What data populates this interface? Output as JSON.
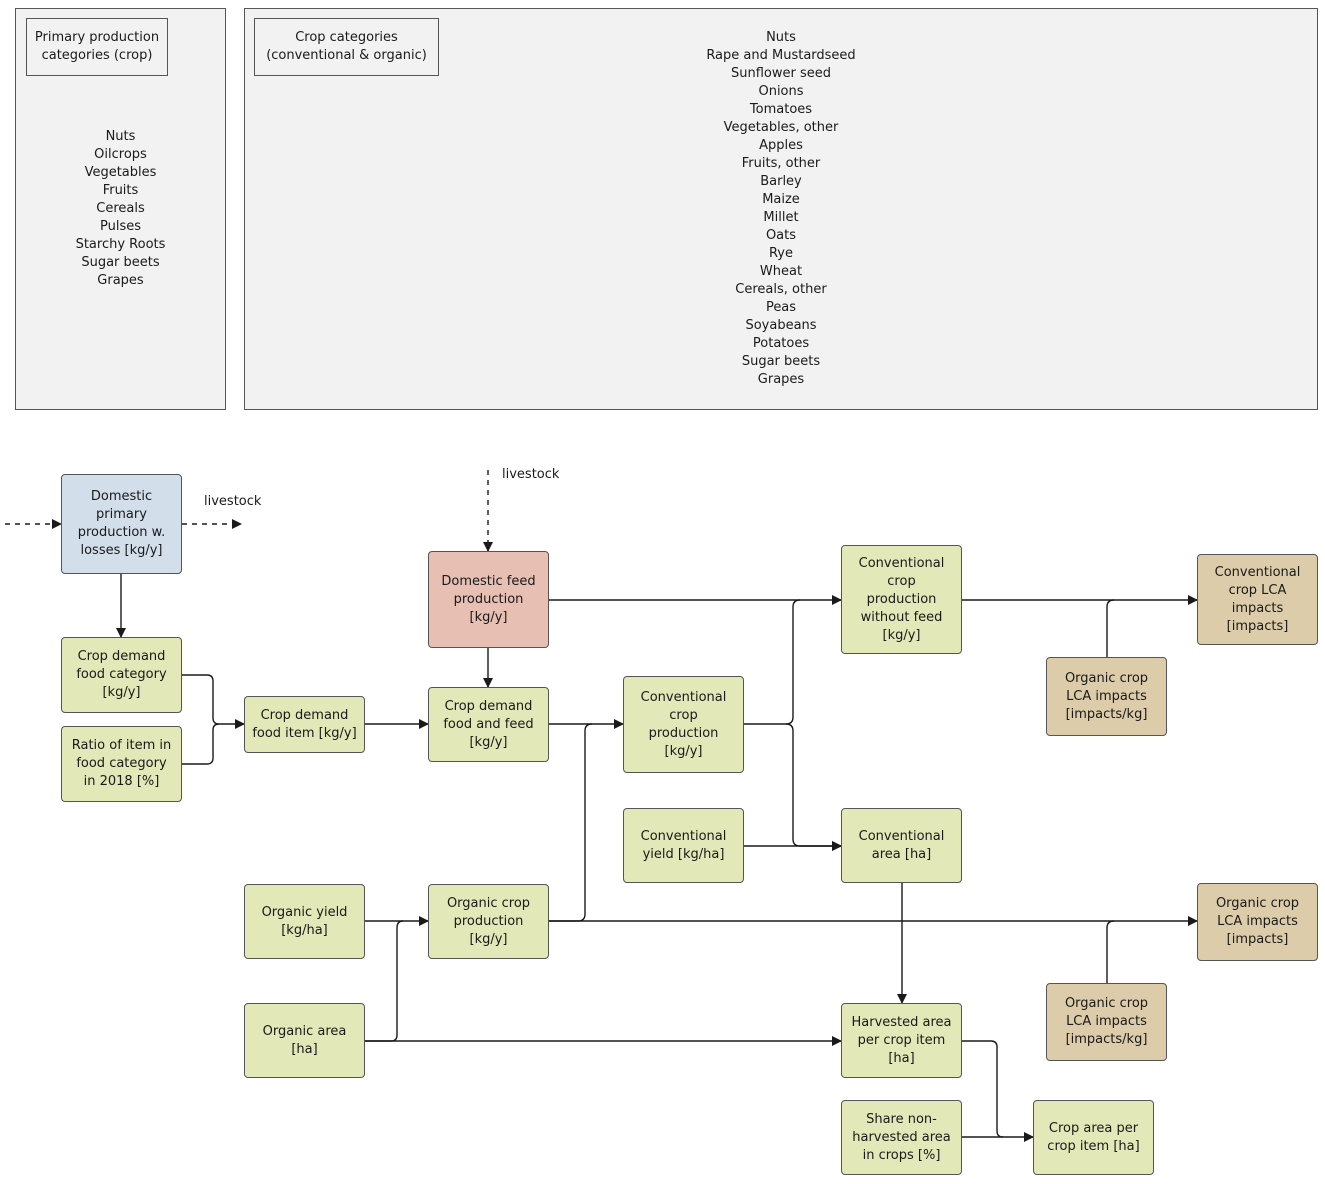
{
  "panels": {
    "primary": {
      "title": "Primary production\ncategories (crop)",
      "items": [
        "Nuts",
        "Oilcrops",
        "Vegetables",
        "Fruits",
        "Cereals",
        "Pulses",
        "Starchy Roots",
        "Sugar beets",
        "Grapes"
      ]
    },
    "crop": {
      "title": "Crop categories\n(conventional & organic)",
      "items": [
        "Nuts",
        "Rape and Mustardseed",
        "Sunflower seed",
        "Onions",
        "Tomatoes",
        "Vegetables, other",
        "Apples",
        "Fruits, other",
        "Barley",
        "Maize",
        "Millet",
        "Oats",
        "Rye",
        "Wheat",
        "Cereals, other",
        "Peas",
        "Soyabeans",
        "Potatoes",
        "Sugar beets",
        "Grapes"
      ]
    }
  },
  "nodes": {
    "domestic_primary": "Domestic\nprimary\nproduction w.\nlosses [kg/y]",
    "crop_demand_cat": "Crop demand\nfood category\n[kg/y]",
    "ratio_item": "Ratio of item in\nfood category\nin 2018 [%]",
    "crop_demand_item": "Crop demand\nfood item [kg/y]",
    "domestic_feed": "Domestic feed\nproduction\n[kg/y]",
    "crop_demand_food_feed": "Crop demand\nfood and feed\n[kg/y]",
    "conv_crop_prod": "Conventional\ncrop\nproduction\n[kg/y]",
    "conv_no_feed": "Conventional\ncrop\nproduction\nwithout feed\n[kg/y]",
    "conv_lca_impacts": "Conventional\ncrop LCA\nimpacts\n[impacts]",
    "org_lca_kg_1": "Organic crop\nLCA impacts\n[impacts/kg]",
    "conv_yield": "Conventional\nyield [kg/ha]",
    "conv_area": "Conventional\narea [ha]",
    "org_yield": "Organic yield\n[kg/ha]",
    "org_crop_prod": "Organic crop\nproduction\n[kg/y]",
    "org_lca_impacts": "Organic crop\nLCA impacts\n[impacts]",
    "org_lca_kg_2": "Organic crop\nLCA impacts\n[impacts/kg]",
    "org_area": "Organic area\n[ha]",
    "harvested_area": "Harvested area\nper crop item\n[ha]",
    "share_non_harvested": "Share non-\nharvested area\nin crops [%]",
    "crop_area_item": "Crop area per\ncrop item [ha]"
  },
  "labels": {
    "livestock_out": "livestock",
    "livestock_in": "livestock"
  },
  "colors": {
    "green": "#e2e8b7",
    "blue": "#d2deea",
    "red": "#e7bfb3",
    "tan": "#dccca9",
    "panel": "#f2f2f2"
  }
}
